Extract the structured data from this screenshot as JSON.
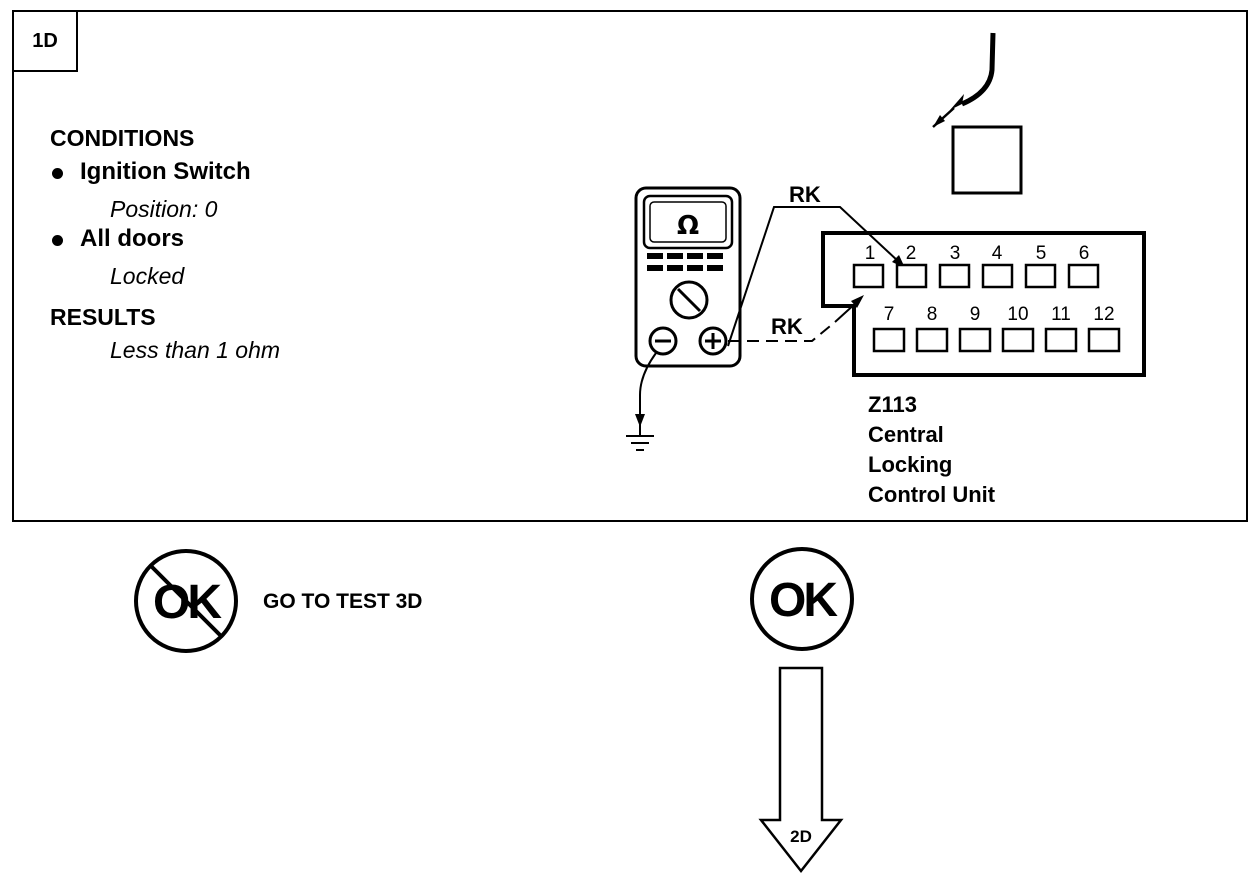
{
  "step": {
    "label": "1D"
  },
  "conditions": {
    "heading": "CONDITIONS",
    "items": [
      {
        "label": "Ignition Switch",
        "detail": "Position: 0"
      },
      {
        "label": "All doors",
        "detail": "Locked"
      }
    ]
  },
  "results": {
    "heading": "RESULTS",
    "value": "Less than 1 ohm"
  },
  "meter": {
    "symbol": "Ω"
  },
  "wires": {
    "upper": "RK",
    "lower": "RK"
  },
  "connector": {
    "top_pins": [
      "1",
      "2",
      "3",
      "4",
      "5",
      "6"
    ],
    "bottom_pins": [
      "7",
      "8",
      "9",
      "10",
      "11",
      "12"
    ]
  },
  "unit": {
    "code": "Z113",
    "line1": "Central",
    "line2": "Locking",
    "line3": "Control Unit"
  },
  "not_ok": {
    "label": "OK",
    "action": "GO TO TEST 3D"
  },
  "ok": {
    "label": "OK",
    "next": "2D"
  }
}
